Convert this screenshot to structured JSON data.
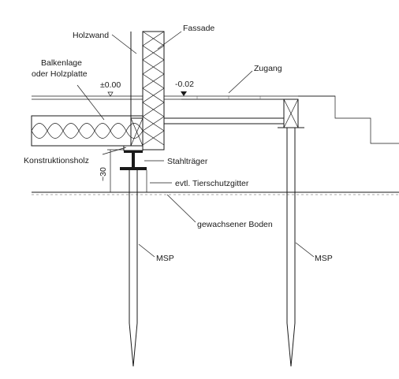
{
  "labels": {
    "holzwand": "Holzwand",
    "fassade": "Fassade",
    "balkenlage_line1": "Balkenlage",
    "balkenlage_line2": "oder Holzplatte",
    "level_zero": "±0.00",
    "level_minus": "-0.02",
    "zugang": "Zugang",
    "konstruktionsholz": "Konstruktionsholz",
    "stahltraeger": "Stahlträger",
    "dim_30": "~30",
    "tierschutzgitter": "evtl. Tierschutzgitter",
    "boden": "gewachsener Boden",
    "msp_left": "MSP",
    "msp_right": "MSP"
  }
}
